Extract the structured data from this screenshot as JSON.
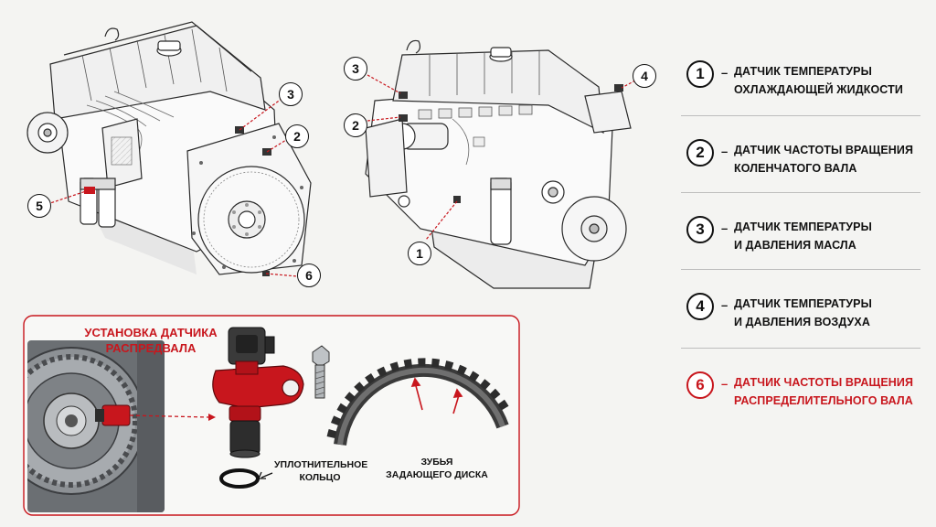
{
  "legend": [
    {
      "num": "1",
      "dash": "–",
      "line1": "ДАТЧИК ТЕМПЕРАТУРЫ",
      "line2": "ОХЛАЖДАЮЩЕЙ ЖИДКОСТИ",
      "highlight": false
    },
    {
      "num": "2",
      "dash": "–",
      "line1": "ДАТЧИК ЧАСТОТЫ ВРАЩЕНИЯ",
      "line2": "КОЛЕНЧАТОГО ВАЛА",
      "highlight": false
    },
    {
      "num": "3",
      "dash": "–",
      "line1": "ДАТЧИК ТЕМПЕРАТУРЫ",
      "line2": "И ДАВЛЕНИЯ МАСЛА",
      "highlight": false
    },
    {
      "num": "4",
      "dash": "–",
      "line1": "ДАТЧИК ТЕМПЕРАТУРЫ",
      "line2": "И ДАВЛЕНИЯ ВОЗДУХА",
      "highlight": false
    },
    {
      "num": "6",
      "dash": "–",
      "line1": "ДАТЧИК ЧАСТОТЫ ВРАЩЕНИЯ",
      "line2": "РАСПРЕДЕЛИТЕЛЬНОГО ВАЛА",
      "highlight": true
    }
  ],
  "callouts": {
    "left_engine": [
      "3",
      "2",
      "5",
      "6"
    ],
    "right_engine": [
      "3",
      "2",
      "4",
      "1"
    ]
  },
  "detail_panel": {
    "title_line1": "УСТАНОВКА ДАТЧИКА",
    "title_line2": "РАСПРЕДВАЛА",
    "seal_line1": "УПЛОТНИТЕЛЬНОЕ",
    "seal_line2": "КОЛЬЦО",
    "teeth_line1": "ЗУБЬЯ",
    "teeth_line2": "ЗАДАЮЩЕГО ДИСКА"
  },
  "colors": {
    "accent": "#c8161d",
    "ink": "#111111",
    "background": "#f4f4f2"
  }
}
